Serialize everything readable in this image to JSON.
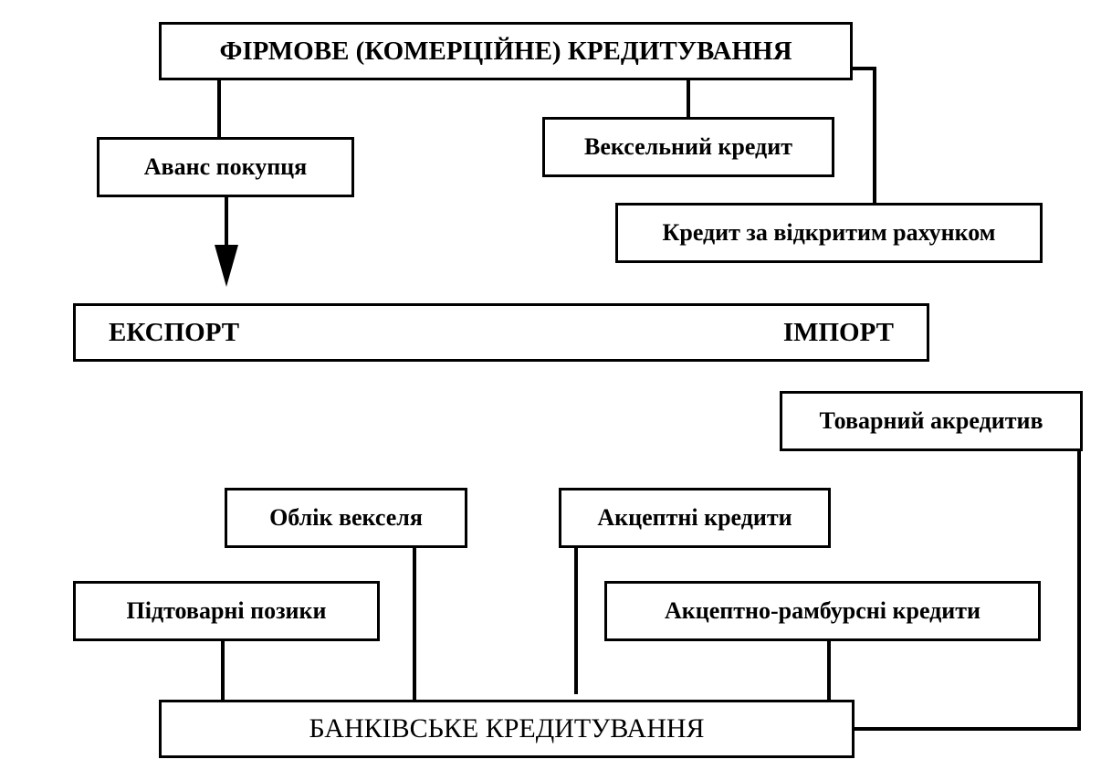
{
  "diagram": {
    "title_top": "ФІРМОВЕ (КОМЕРЦІЙНЕ) КРЕДИТУВАННЯ",
    "firm_items": {
      "advance": "Аванс покупця",
      "bill_credit": "Вексельний кредит",
      "open_account": "Кредит за відкритим рахунком"
    },
    "trade": {
      "export": "ЕКСПОРТ",
      "import": "ІМПОРТ"
    },
    "bank_items": {
      "documentary_credit": "Товарний акредитив",
      "bill_discount": "Облік векселя",
      "acceptance_credits": "Акцептні кредити",
      "commodity_loans": "Підтоварні позики",
      "acceptance_reimbursement": "Акцептно-рамбурсні кредити"
    },
    "title_bottom": "БАНКІВСЬКЕ КРЕДИТУВАННЯ",
    "arrow_icon": "down-arrow"
  }
}
